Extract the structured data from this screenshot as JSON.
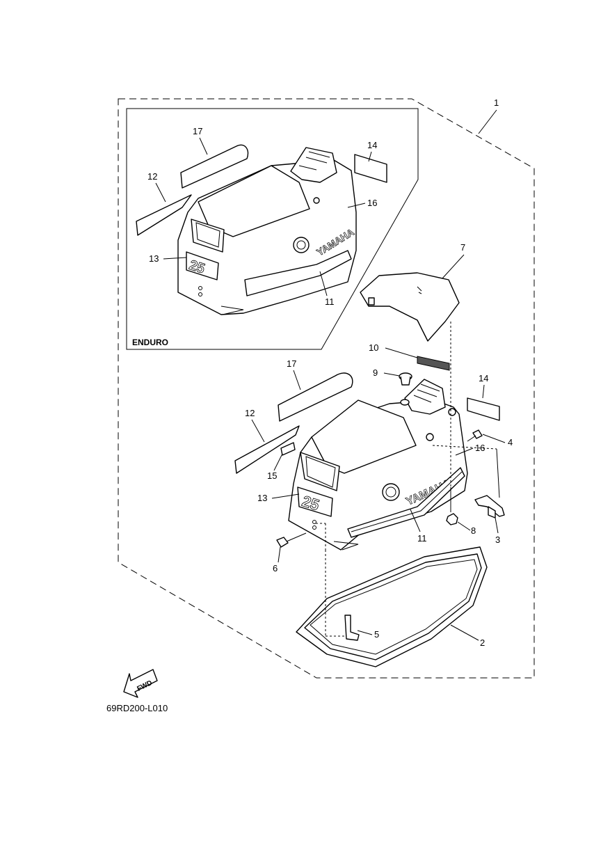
{
  "diagram": {
    "inset_label": "ENDURO",
    "document_number": "69RD200-L010",
    "fwd_label": "FWD",
    "brand_text": "YAMAHA",
    "model_text": "25",
    "callouts": [
      "1",
      "2",
      "3",
      "4",
      "5",
      "6",
      "7",
      "8",
      "9",
      "10",
      "11",
      "12",
      "13",
      "14",
      "15",
      "16",
      "17"
    ],
    "inset_callouts": [
      "11",
      "12",
      "13",
      "14",
      "16",
      "17"
    ]
  }
}
